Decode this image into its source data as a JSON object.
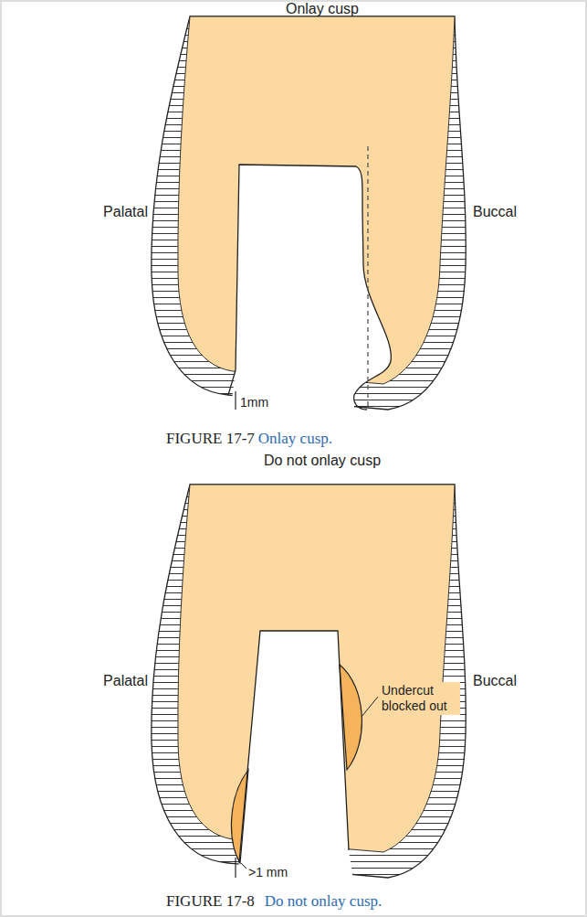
{
  "diagram": {
    "labels": [
      "Onlay cusp",
      "Palatal",
      "Buccal",
      "1mm",
      "FIGURE 17-7",
      "Onlay cusp.",
      "Do not onlay cusp",
      "Palatal",
      "Buccal",
      "Undercut blocked out",
      ">1 mm",
      "FIGURE 17-8",
      "Do not onlay cusp."
    ]
  }
}
